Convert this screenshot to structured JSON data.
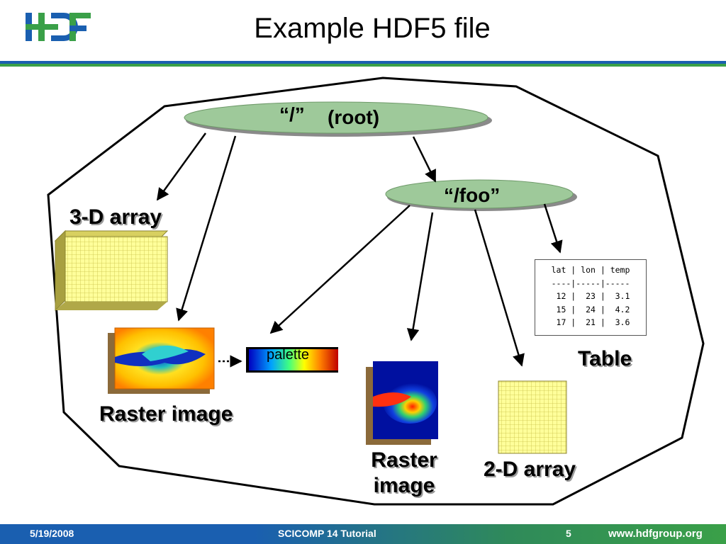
{
  "slide": {
    "title": "Example HDF5 file",
    "footer": {
      "date": "5/19/2008",
      "event": "SCICOMP 14 Tutorial",
      "page": "5",
      "website": "www.hdfgroup.org"
    }
  },
  "nodes": {
    "root": {
      "name": "“/”",
      "label": "(root)"
    },
    "foo": {
      "name": "“/foo”"
    }
  },
  "objects": {
    "array3d_label": "3-D array",
    "raster1_label": "Raster image",
    "palette_label": "palette",
    "table_label": "Table",
    "raster2_label": "Raster\nimage",
    "array2d_label": "2-D array"
  },
  "table": {
    "header": "lat | lon | temp",
    "rule": "----|-----|-----",
    "rows": [
      " 12 |  23 |  3.1",
      " 15 |  24 |  4.2",
      " 17 |  21 |  3.6"
    ]
  },
  "colors": {
    "node_fill": "#9ec99a",
    "brand_blue": "#1a5fb0",
    "brand_green": "#3aa048"
  }
}
